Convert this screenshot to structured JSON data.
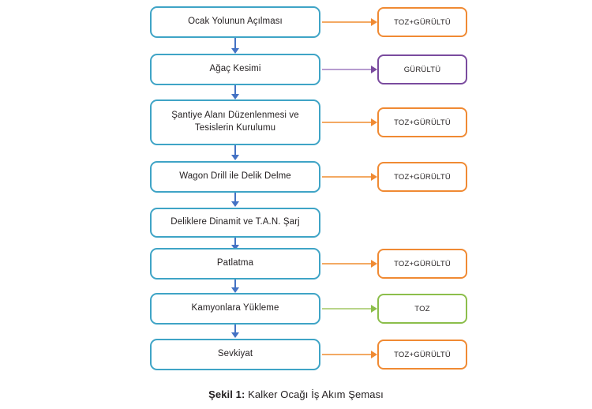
{
  "figure": {
    "caption_label": "Şekil 1:",
    "caption_text": " Kalker Ocağı İş Akım Şeması"
  },
  "colors": {
    "process_border": "#3FA4C6",
    "connector_blue": "#4472C4",
    "hazard_orange": "#F08A33",
    "hazard_purple": "#7A4B9E",
    "hazard_green": "#8CBE4B",
    "text": "#231f20",
    "background": "#ffffff"
  },
  "chart_data": {
    "type": "diagram",
    "title": "Kalker Ocağı İş Akım Şeması",
    "orientation": "vertical-flow-with-side-outputs",
    "steps": [
      {
        "id": 1,
        "label": "Ocak Yolunun Açılması",
        "hazard": "TOZ+GÜRÜLTÜ",
        "hazard_color": "orange"
      },
      {
        "id": 2,
        "label": "Ağaç Kesimi",
        "hazard": "GÜRÜLTÜ",
        "hazard_color": "purple"
      },
      {
        "id": 3,
        "label": "Şantiye Alanı Düzenlenmesi ve Tesislerin Kurulumu",
        "hazard": "TOZ+GÜRÜLTÜ",
        "hazard_color": "orange"
      },
      {
        "id": 4,
        "label": "Wagon Drill ile Delik Delme",
        "hazard": "TOZ+GÜRÜLTÜ",
        "hazard_color": "orange"
      },
      {
        "id": 5,
        "label": "Deliklere Dinamit ve T.A.N. Şarj",
        "hazard": null,
        "hazard_color": null
      },
      {
        "id": 6,
        "label": "Patlatma",
        "hazard": "TOZ+GÜRÜLTÜ",
        "hazard_color": "orange"
      },
      {
        "id": 7,
        "label": "Kamyonlara Yükleme",
        "hazard": "TOZ",
        "hazard_color": "green"
      },
      {
        "id": 8,
        "label": "Sevkiyat",
        "hazard": "TOZ+GÜRÜLTÜ",
        "hazard_color": "orange"
      }
    ]
  },
  "steps": {
    "s1": {
      "label": "Ocak Yolunun Açılması"
    },
    "s2": {
      "label": "Ağaç Kesimi"
    },
    "s3": {
      "line1": "Şantiye Alanı Düzenlenmesi ve",
      "line2": "Tesislerin Kurulumu"
    },
    "s4": {
      "label": "Wagon Drill ile Delik Delme"
    },
    "s5": {
      "label": "Deliklere Dinamit ve T.A.N. Şarj"
    },
    "s6": {
      "label": "Patlatma"
    },
    "s7": {
      "label": "Kamyonlara Yükleme"
    },
    "s8": {
      "label": "Sevkiyat"
    }
  },
  "hazards": {
    "h1": {
      "label": "TOZ+GÜRÜLTÜ"
    },
    "h2": {
      "label": "GÜRÜLTÜ"
    },
    "h3": {
      "label": "TOZ+GÜRÜLTÜ"
    },
    "h4": {
      "label": "TOZ+GÜRÜLTÜ"
    },
    "h6": {
      "label": "TOZ+GÜRÜLTÜ"
    },
    "h7": {
      "label": "TOZ"
    },
    "h8": {
      "label": "TOZ+GÜRÜLTÜ"
    }
  }
}
